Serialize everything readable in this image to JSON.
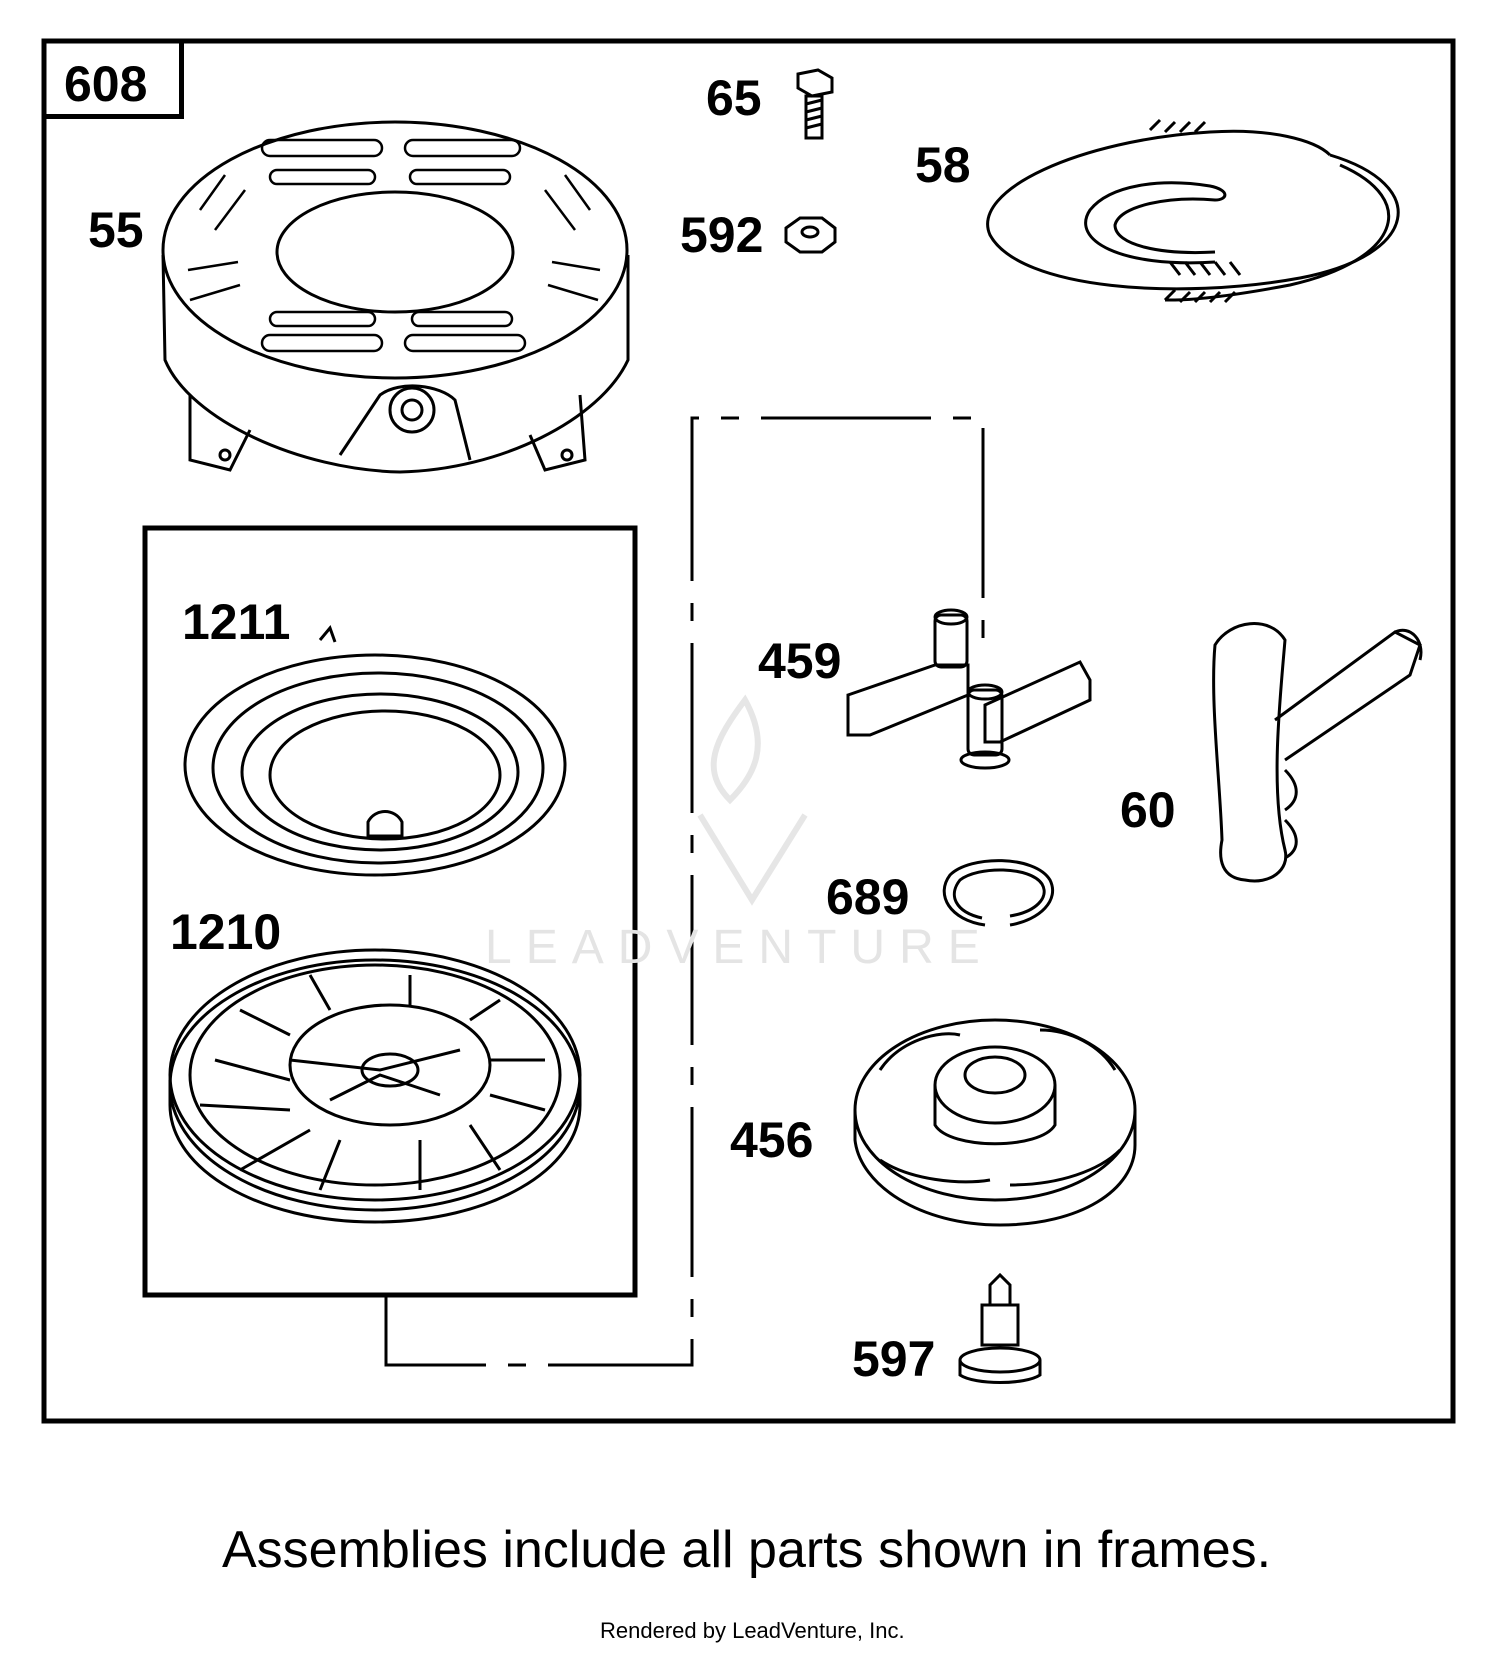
{
  "assembly_tag": "608",
  "callouts": {
    "p55": "55",
    "p65": "65",
    "p592": "592",
    "p58": "58",
    "p1211": "1211",
    "p1210": "1210",
    "p459": "459",
    "p60": "60",
    "p689": "689",
    "p456": "456",
    "p597": "597"
  },
  "caption": "Assemblies include all parts shown in frames.",
  "footer": "Rendered by LeadVenture, Inc.",
  "watermark": "LEADVENTURE",
  "colors": {
    "line": "#000000",
    "background": "#ffffff",
    "watermark": "#e4e4e4"
  }
}
